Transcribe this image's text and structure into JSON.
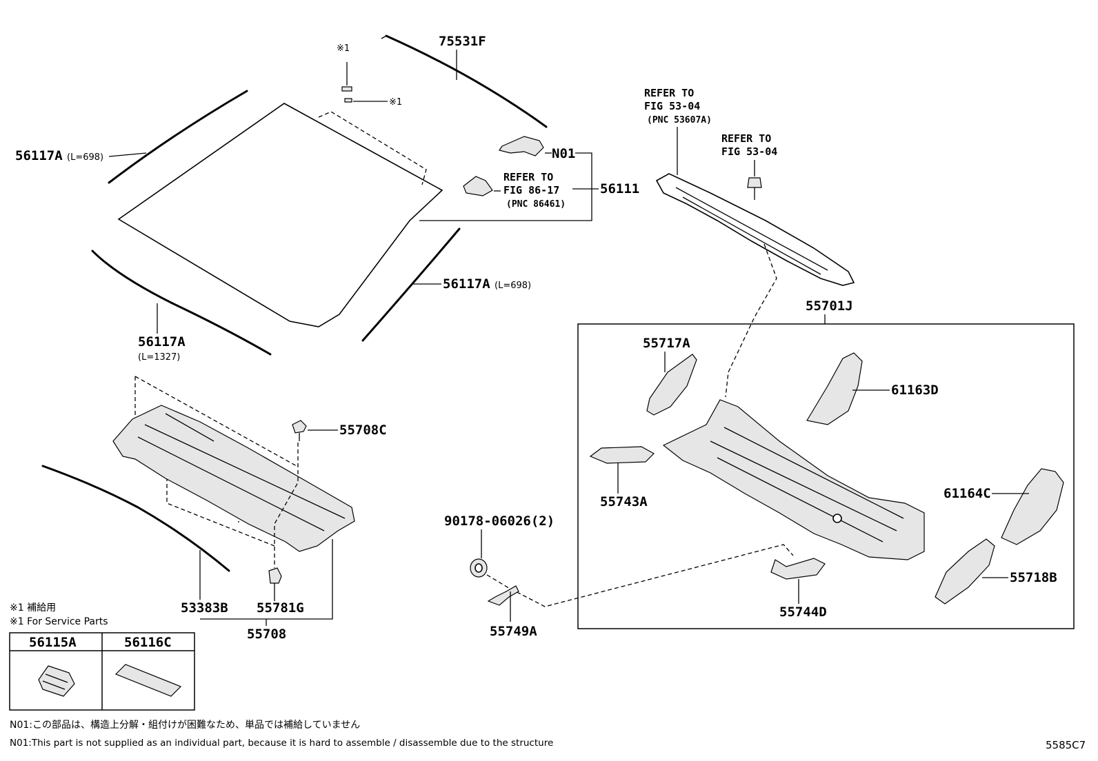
{
  "labels": {
    "p75531f": "75531F",
    "p56117a_top": "56117A",
    "p56117a_top_len": "(L=698)",
    "p56117a_right": "56117A",
    "p56117a_right_len": "(L=698)",
    "p56117a_bottom": "56117A",
    "p56117a_bottom_len": "(L=1327)",
    "n01": "N01",
    "p56111": "56111",
    "mark1_a": "※1",
    "mark1_b": "※1",
    "ref_86_l1": "REFER TO",
    "ref_86_l2": "FIG 86-17",
    "ref_86_l3": "(PNC 86461)",
    "ref_53a_l1": "REFER TO",
    "ref_53a_l2": "FIG 53-04",
    "ref_53a_l3": "(PNC 53607A)",
    "ref_53b_l1": "REFER TO",
    "ref_53b_l2": "FIG 53-04",
    "p55701j": "55701J",
    "p55717a": "55717A",
    "p61163d": "61163D",
    "p55743a": "55743A",
    "p61164c": "61164C",
    "p55718b": "55718B",
    "p55744d": "55744D",
    "p90178": "90178-06026(2)",
    "p55749a": "55749A",
    "p55708c": "55708C",
    "p53383b": "53383B",
    "p55781g": "55781G",
    "p55708": "55708",
    "footnote_jp": "※1 補給用",
    "footnote_en": "※1 For Service Parts",
    "tbl_56115a": "56115A",
    "tbl_56116c": "56116C",
    "note_n01_jp": "N01:この部品は、構造上分解・組付けが困難なため、単品では補給していません",
    "note_n01_en": "N01:This part is not supplied as an individual part, because it is hard to assemble / disassemble due to the structure",
    "drawing_no": "5585C7"
  }
}
